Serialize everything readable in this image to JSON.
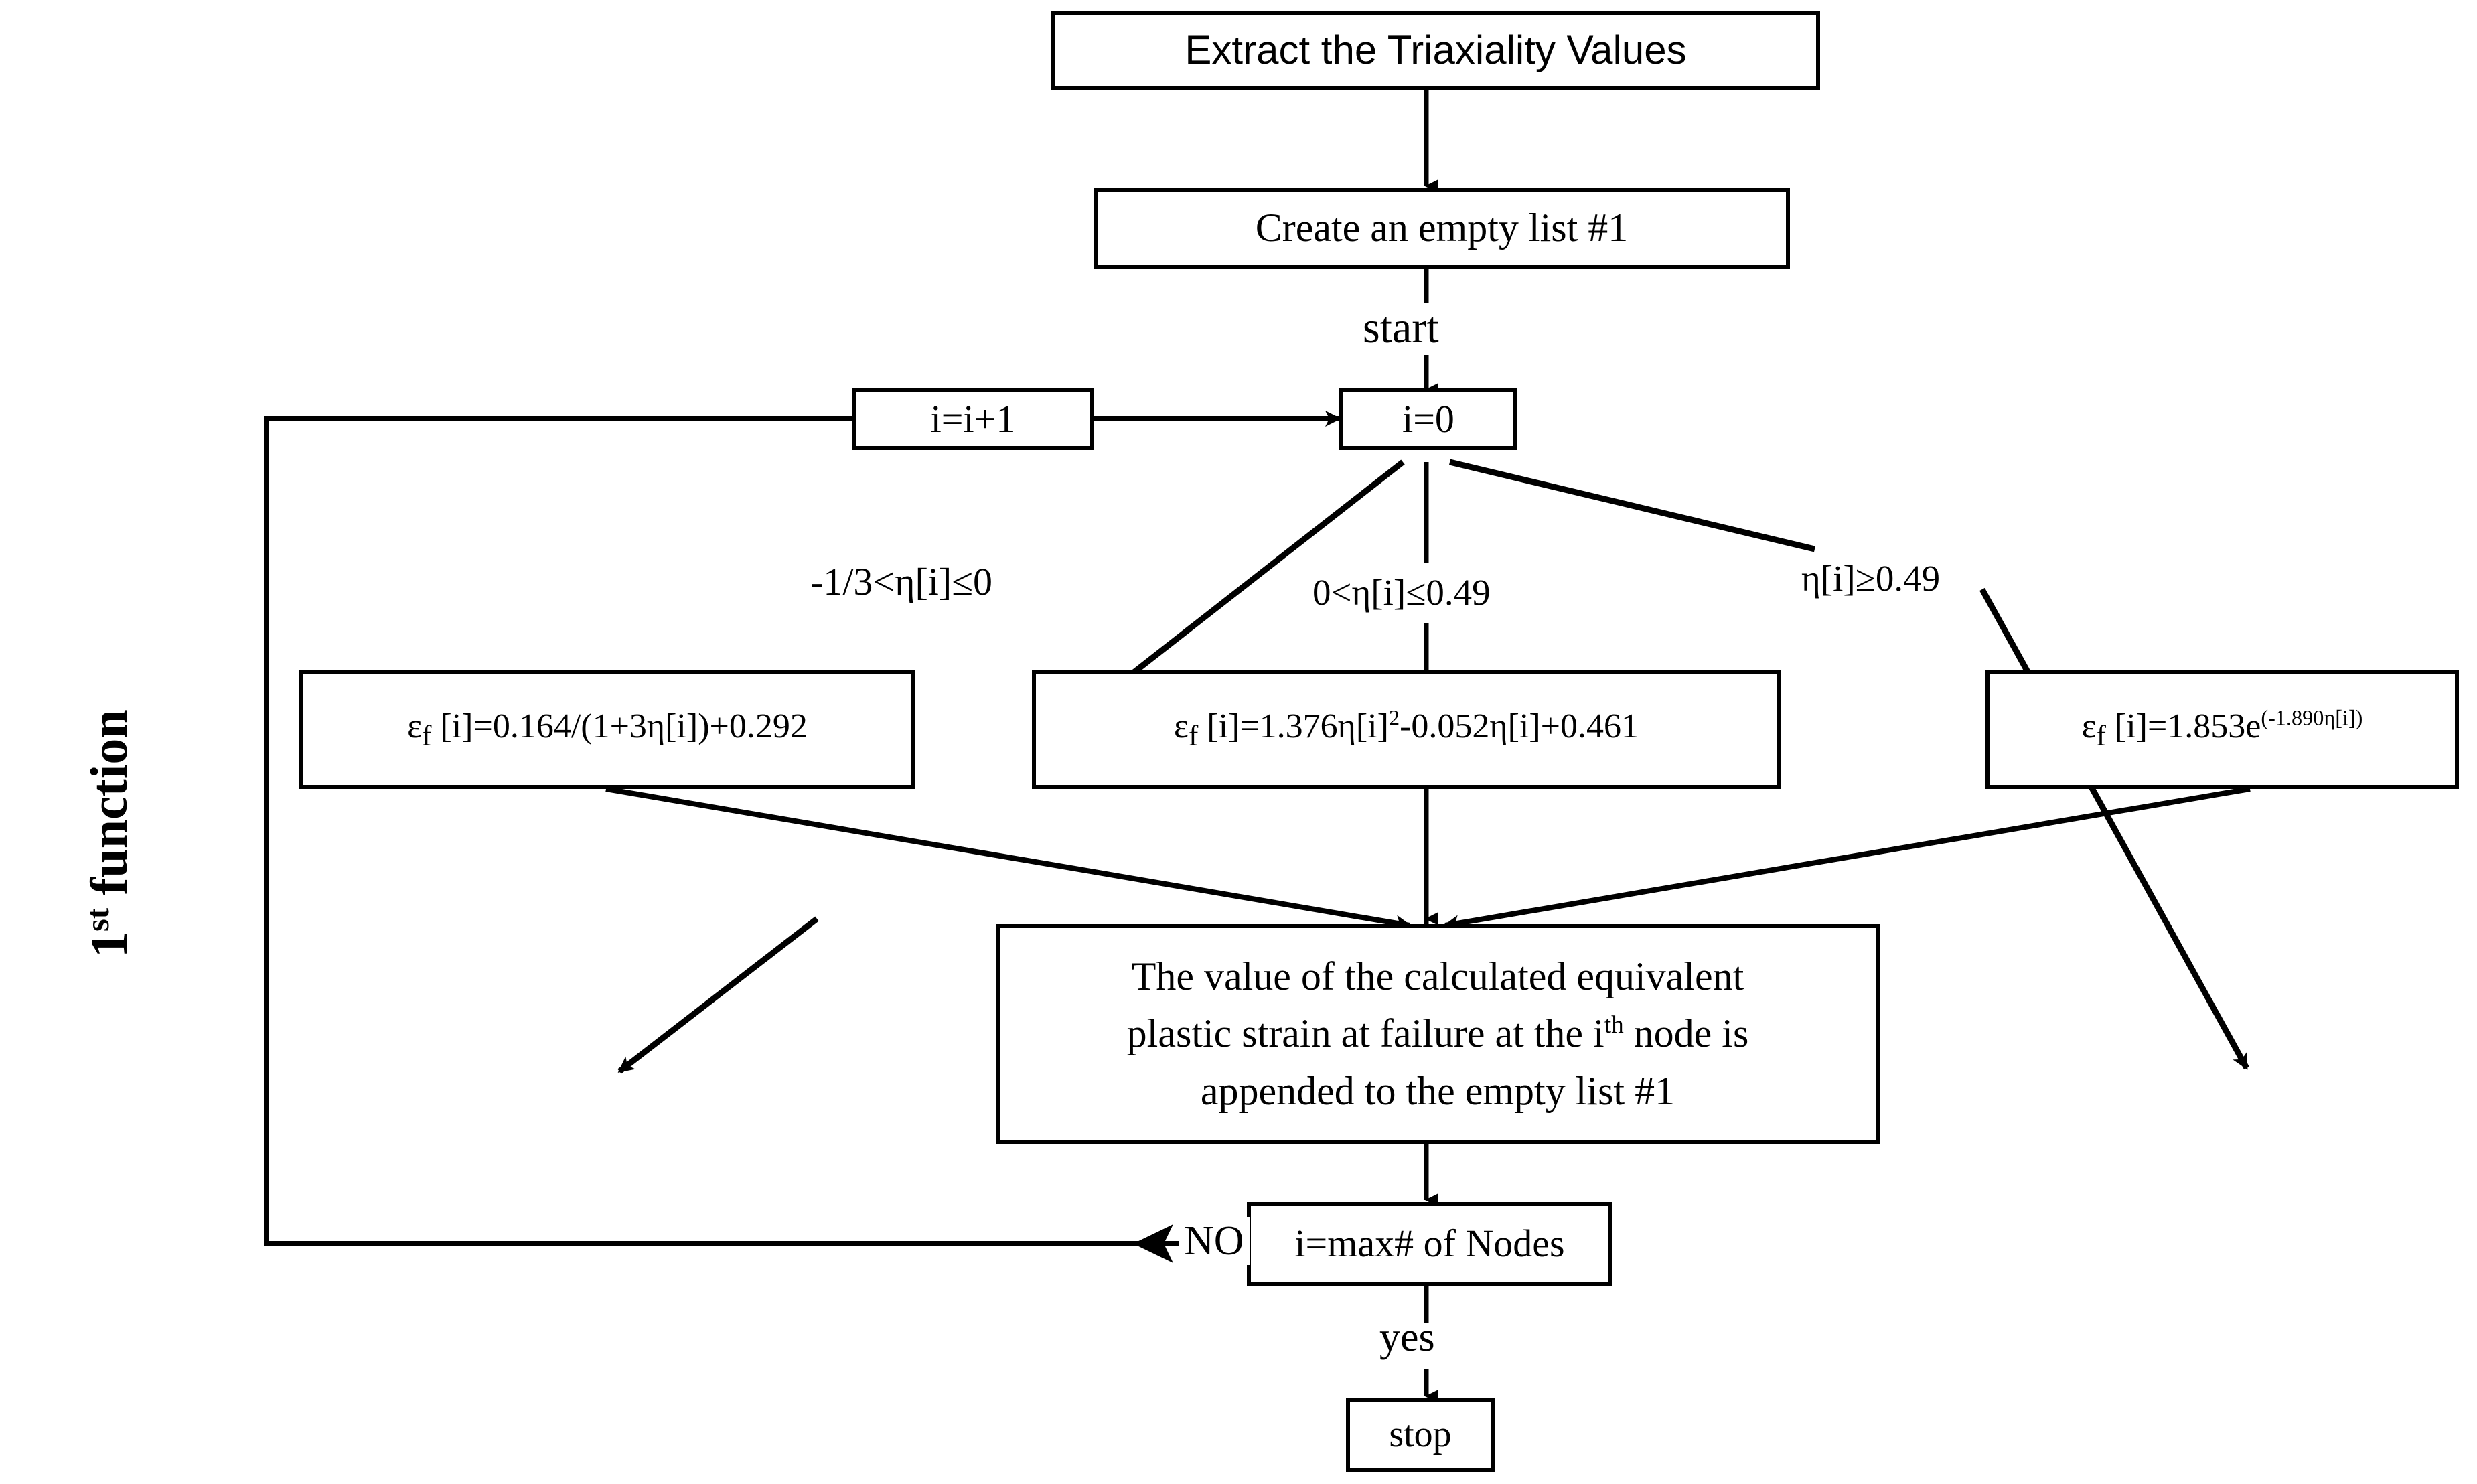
{
  "diagram": {
    "title_side_label": "1st function",
    "side_label_base": "1",
    "side_label_sup": "st",
    "side_label_rest": " function"
  },
  "nodes": {
    "extract": {
      "label": "Extract the Triaxiality Values"
    },
    "create_list": {
      "label": "Create an empty list #1"
    },
    "increment": {
      "label": "i=i+1"
    },
    "init": {
      "label": "i=0"
    },
    "formula_left": {
      "prefix": "ε",
      "sub": "f",
      "body": " [i]=0.164/(1+3η[i])+0.292",
      "full": "εf [i]=0.164/(1+3η[i])+0.292"
    },
    "formula_mid": {
      "prefix": "ε",
      "sub": "f",
      "part1": " [i]=1.376η[i]",
      "sup": "2",
      "part2": "-0.052η[i]+0.461",
      "full": "εf [i]=1.376η[i]2-0.052η[i]+0.461"
    },
    "formula_right": {
      "prefix": "ε",
      "sub": "f",
      "part1": " [i]=1.853e",
      "sup": "(-1.890η[i])",
      "full": "εf [i]=1.853e(-1.890η[i])"
    },
    "append": {
      "line1": "The value of the calculated equivalent",
      "line2a": "plastic strain at failure at the i",
      "line2sup": "th",
      "line2b": " node is",
      "line3": "appended to the empty list #1"
    },
    "check": {
      "label": "i=max# of Nodes"
    },
    "stop": {
      "label": "stop"
    }
  },
  "edge_labels": {
    "start": "start",
    "cond_left": "-1/3<η[i]≤0",
    "cond_mid": "0<η[i]≤0.49",
    "cond_right": "η[i]≥0.49",
    "no": "NO",
    "yes": "yes"
  },
  "style": {
    "stroke": "#000000",
    "fill": "#ffffff",
    "text": "#000000"
  }
}
